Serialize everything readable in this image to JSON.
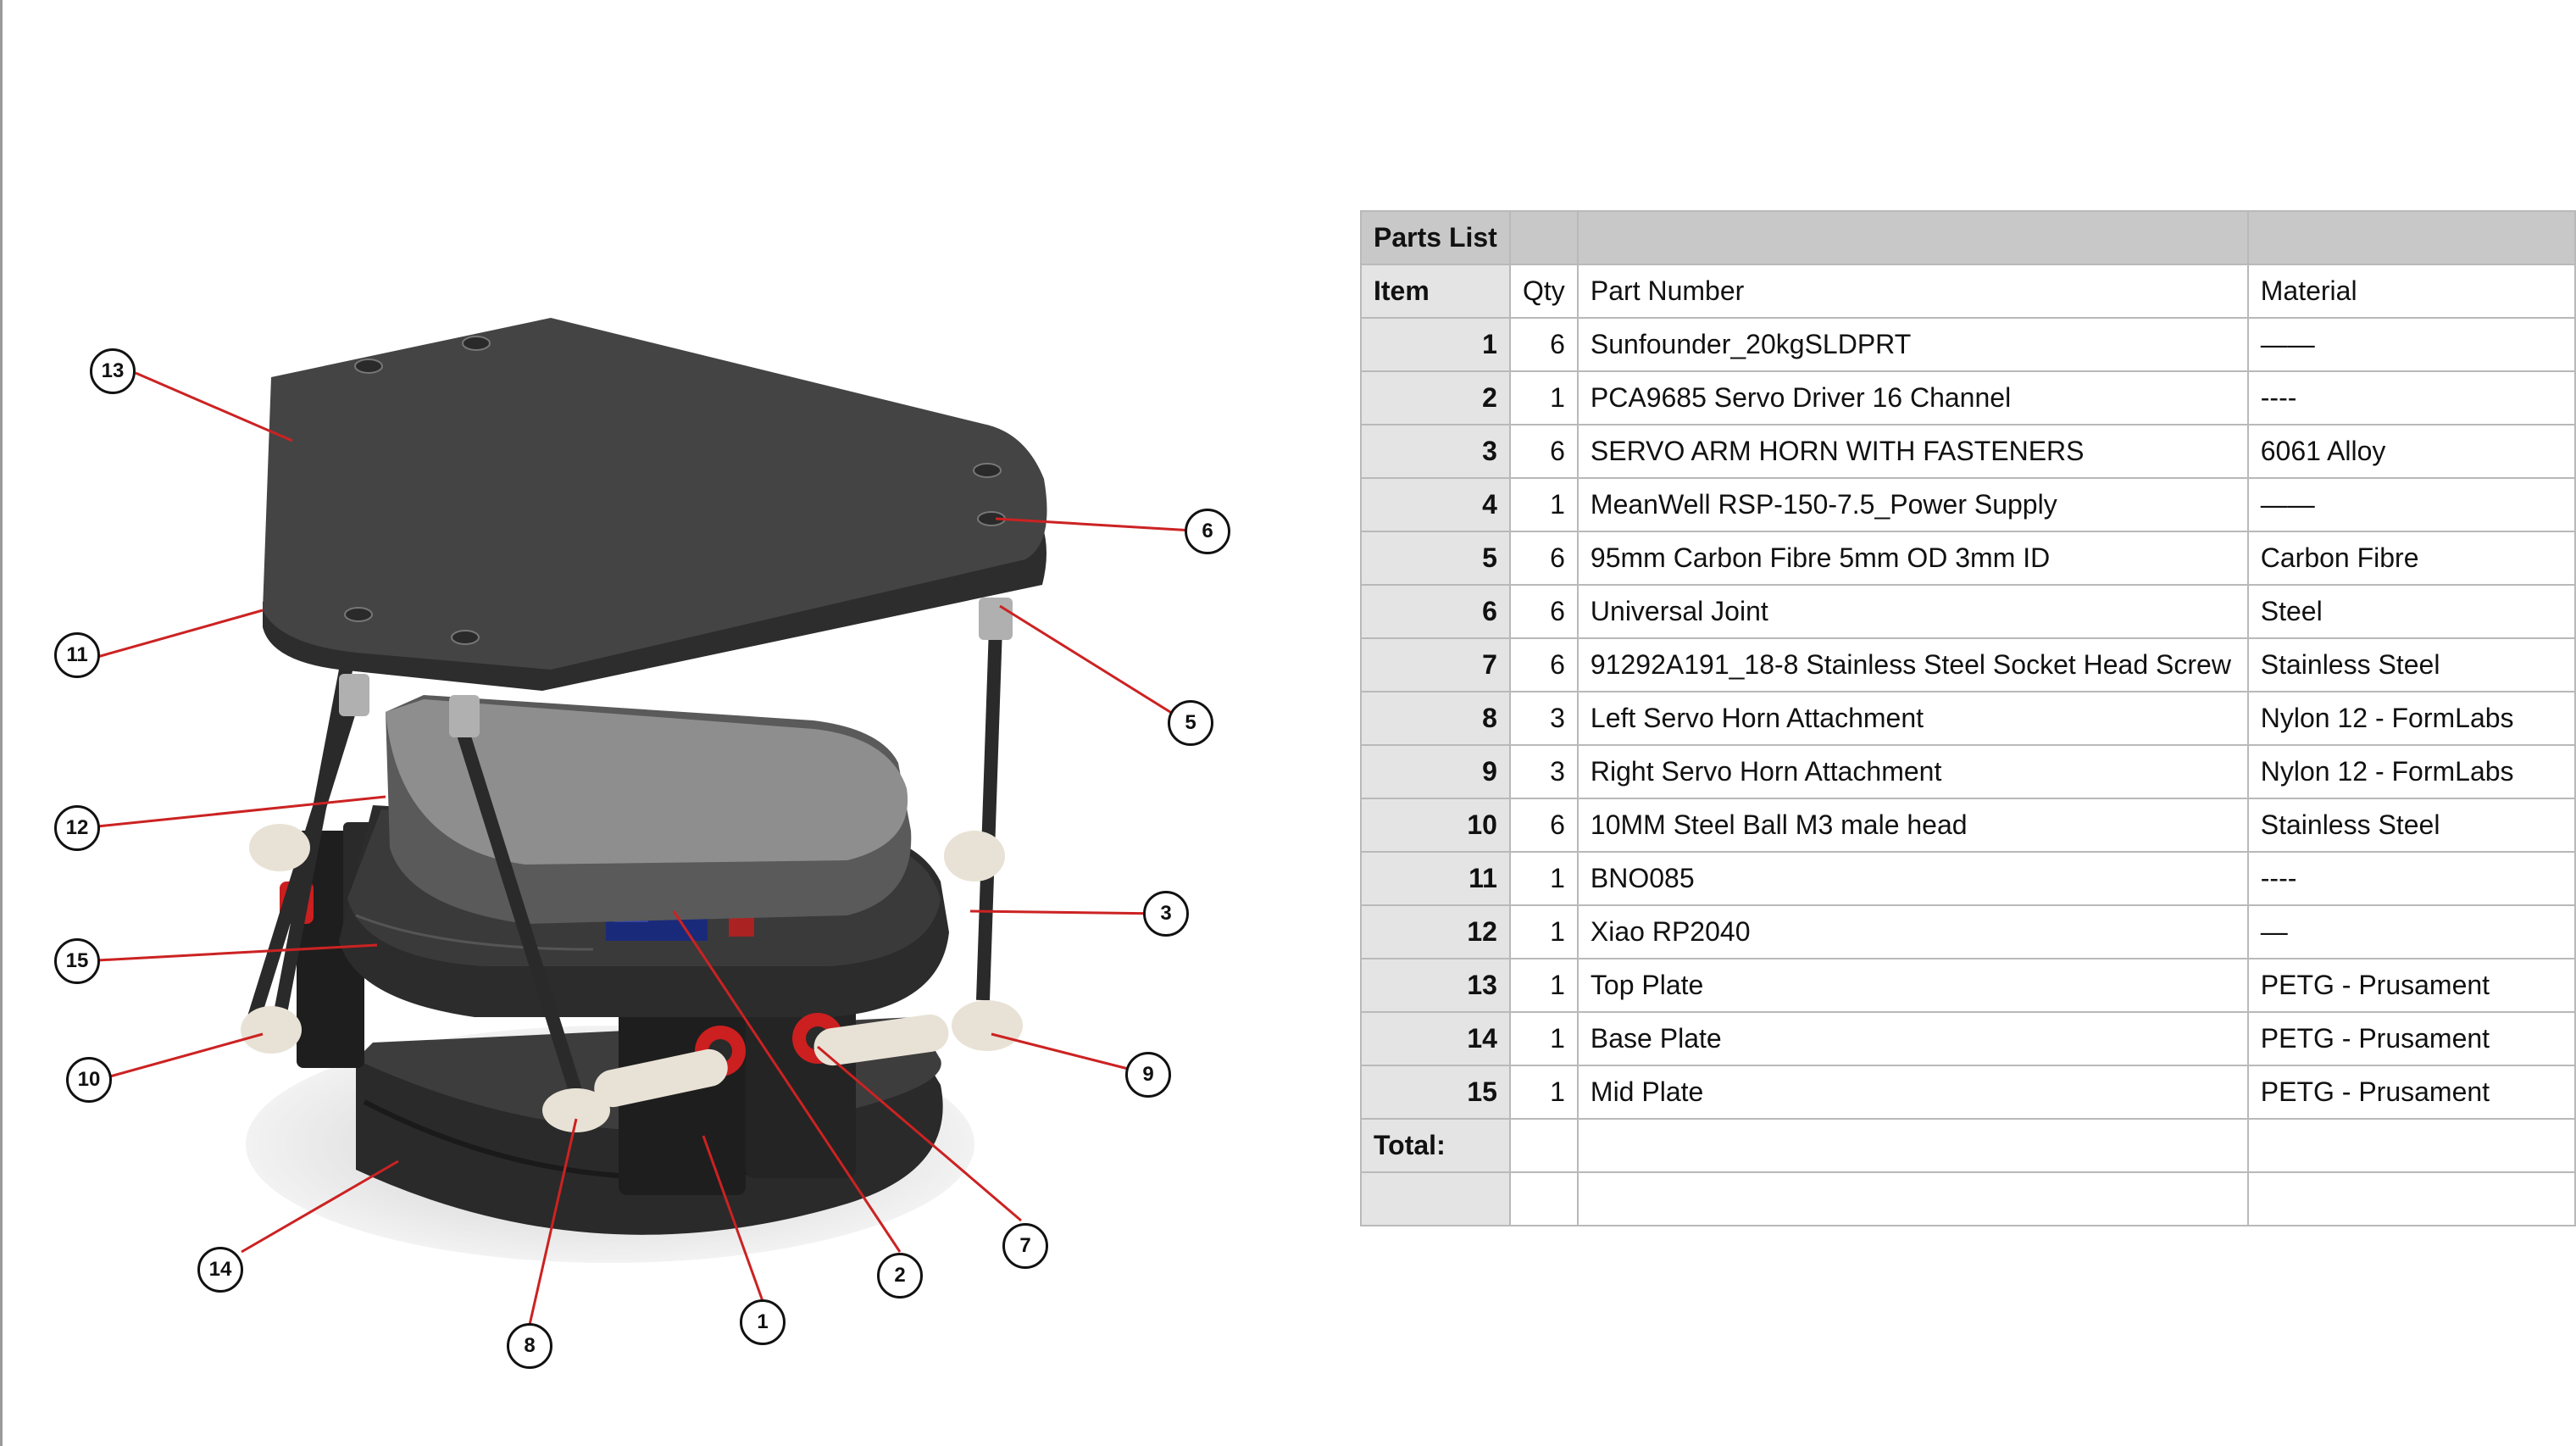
{
  "parts_list": {
    "title": "Parts List",
    "columns": {
      "item": "Item",
      "qty": "Qty",
      "part_number": "Part Number",
      "material": "Material"
    },
    "rows": [
      {
        "item": "1",
        "qty": "6",
        "part_number": "Sunfounder_20kgSLDPRT",
        "material": "——"
      },
      {
        "item": "2",
        "qty": "1",
        "part_number": "PCA9685 Servo Driver 16 Channel",
        "material": "----"
      },
      {
        "item": "3",
        "qty": "6",
        "part_number": "SERVO ARM HORN WITH FASTENERS",
        "material": "6061 Alloy"
      },
      {
        "item": "4",
        "qty": "1",
        "part_number": "MeanWell RSP-150-7.5_Power Supply",
        "material": "——"
      },
      {
        "item": "5",
        "qty": "6",
        "part_number": "95mm Carbon Fibre 5mm OD 3mm ID",
        "material": "Carbon Fibre"
      },
      {
        "item": "6",
        "qty": "6",
        "part_number": "Universal Joint",
        "material": "Steel"
      },
      {
        "item": "7",
        "qty": "6",
        "part_number": "91292A191_18-8 Stainless Steel Socket Head Screw",
        "material": "Stainless Steel"
      },
      {
        "item": "8",
        "qty": "3",
        "part_number": "Left Servo Horn Attachment",
        "material": "Nylon 12 - FormLabs"
      },
      {
        "item": "9",
        "qty": "3",
        "part_number": "Right Servo Horn Attachment",
        "material": "Nylon 12 - FormLabs"
      },
      {
        "item": "10",
        "qty": "6",
        "part_number": "10MM Steel Ball M3 male head",
        "material": "Stainless Steel"
      },
      {
        "item": "11",
        "qty": "1",
        "part_number": "BNO085",
        "material": "----"
      },
      {
        "item": "12",
        "qty": "1",
        "part_number": "Xiao RP2040",
        "material": "—"
      },
      {
        "item": "13",
        "qty": "1",
        "part_number": "Top Plate",
        "material": "PETG - Prusament"
      },
      {
        "item": "14",
        "qty": "1",
        "part_number": "Base Plate",
        "material": "PETG - Prusament"
      },
      {
        "item": "15",
        "qty": "1",
        "part_number": "Mid Plate",
        "material": "PETG - Prusament"
      }
    ],
    "total_label": "Total:"
  },
  "callouts": [
    "1",
    "2",
    "3",
    "5",
    "6",
    "7",
    "8",
    "9",
    "10",
    "11",
    "12",
    "13",
    "14",
    "15"
  ],
  "colors": {
    "plate_dark": "#3f3f3f",
    "plate_light": "#8c8c8c",
    "leader_line": "#cc2222",
    "servo_red": "#cc1f1f",
    "table_title_bg": "#c8c8c8",
    "table_item_bg": "#e4e4e4"
  }
}
